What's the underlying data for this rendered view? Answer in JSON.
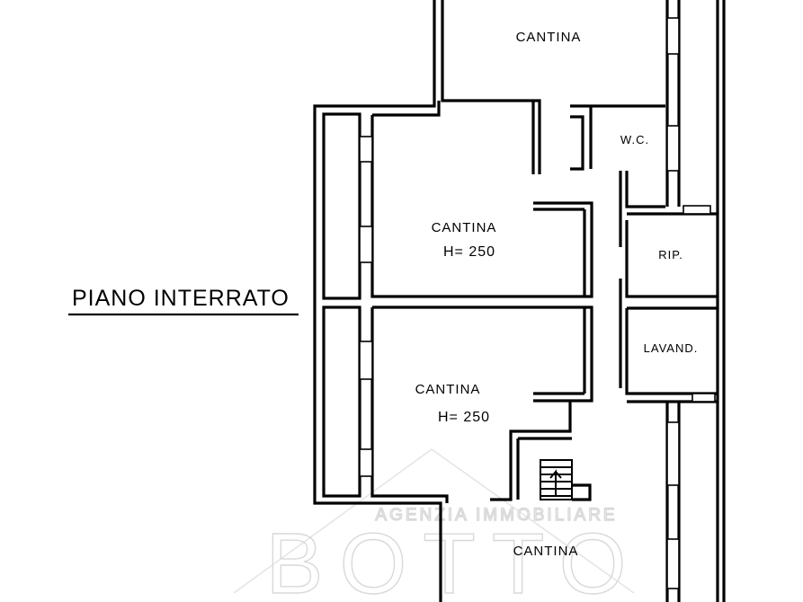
{
  "plan": {
    "floor_title": "PIANO INTERRATO",
    "rooms": {
      "cantina_top": "CANTINA",
      "wc": "W.C.",
      "cantina_upper": "CANTINA",
      "cantina_upper_height": "H= 250",
      "rip": "RIP.",
      "cantina_lower": "CANTINA",
      "cantina_lower_height": "H= 250",
      "lavand": "LAVAND.",
      "cantina_bottom": "CANTINA"
    }
  },
  "watermark": {
    "line1": "AGENZIA IMMOBILIARE",
    "line2": "BOTTO"
  },
  "colors": {
    "ink": "#000000",
    "paper": "#ffffff",
    "watermark": "#d9d9d9"
  }
}
